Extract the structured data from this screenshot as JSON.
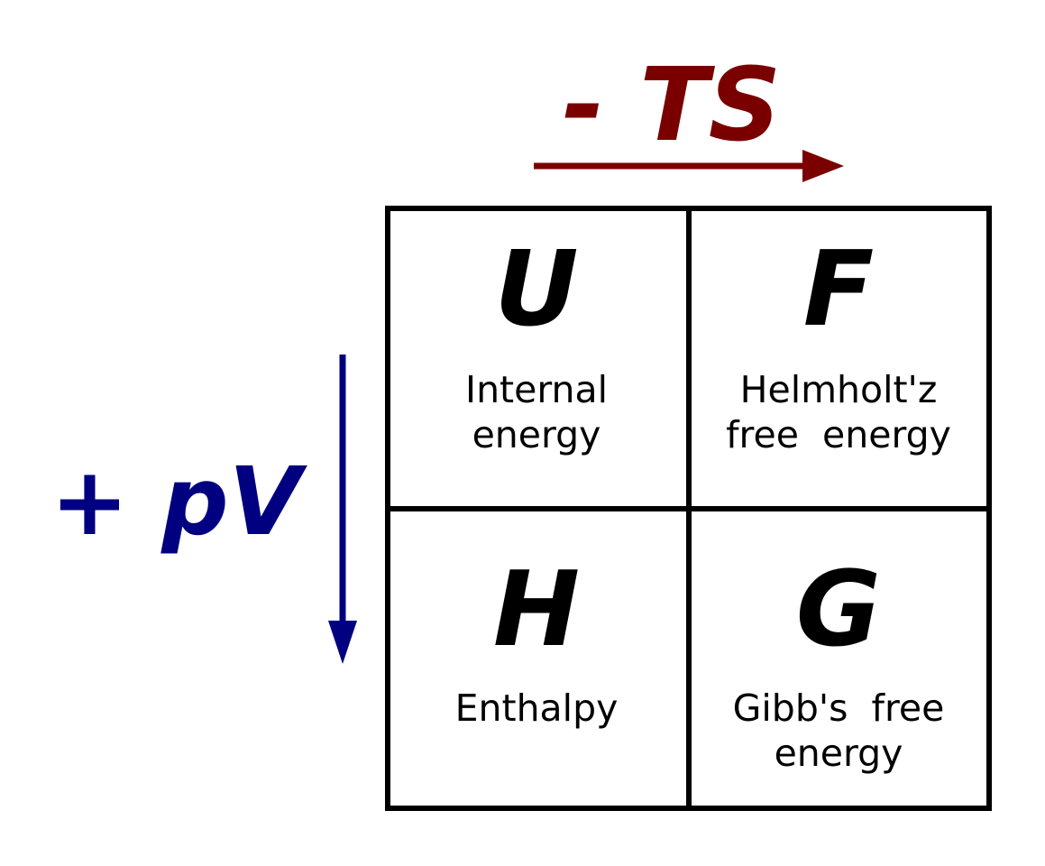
{
  "axes": {
    "horizontal": {
      "label": "- TS",
      "color": "#7a0000"
    },
    "vertical": {
      "label": "+ pV",
      "color": "#000080"
    }
  },
  "cells": [
    {
      "symbol": "U",
      "desc_line1": "Internal",
      "desc_line2": "energy"
    },
    {
      "symbol": "F",
      "desc_line1": "Helmholt'z",
      "desc_line2": "free  energy"
    },
    {
      "symbol": "H",
      "desc_line1": "Enthalpy",
      "desc_line2": ""
    },
    {
      "symbol": "G",
      "desc_line1": "Gibb's  free",
      "desc_line2": "energy"
    }
  ],
  "colors": {
    "grid": "#000000",
    "text": "#000000"
  }
}
